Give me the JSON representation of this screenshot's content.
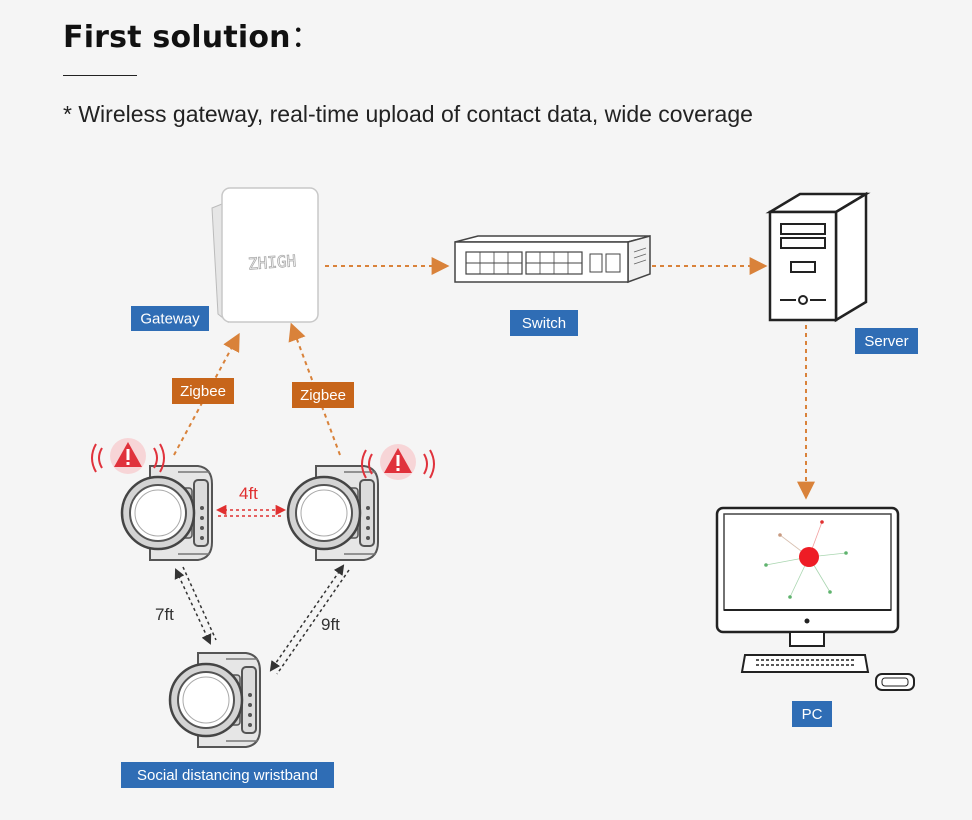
{
  "header": {
    "title": "First solution",
    "title_suffix": "：",
    "subtitle": "* Wireless gateway, real-time upload of contact data, wide coverage"
  },
  "nodes": {
    "gateway": {
      "label": "Gateway",
      "brand": "ZHIGH"
    },
    "switch": {
      "label": "Switch"
    },
    "server": {
      "label": "Server"
    },
    "pc": {
      "label": "PC"
    },
    "wristband": {
      "label": "Social distancing wristband"
    }
  },
  "links": {
    "zigbee_left": "Zigbee",
    "zigbee_right": "Zigbee",
    "dist_top": "4ft",
    "dist_left": "7ft",
    "dist_right": "9ft"
  },
  "colors": {
    "label_blue": "#2f6db5",
    "label_orange": "#c7651a",
    "arrow_orange": "#d9823a",
    "alert_red": "#e0323c",
    "dist_red": "#e03030"
  }
}
